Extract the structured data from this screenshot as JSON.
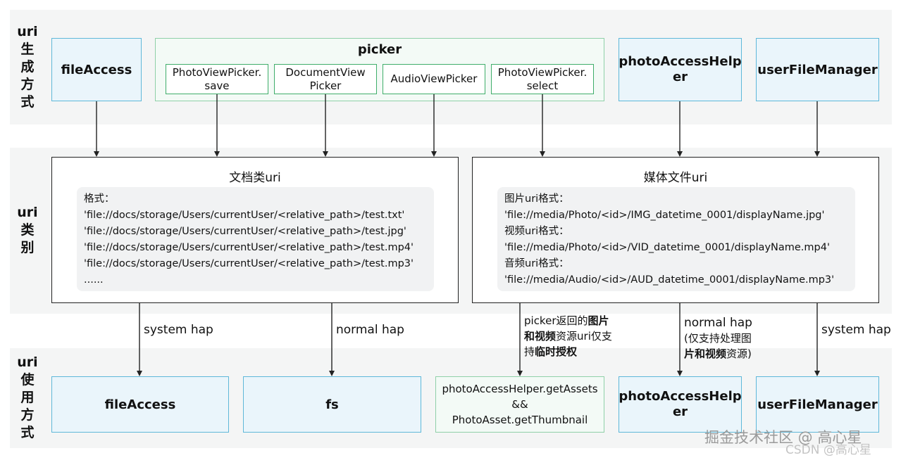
{
  "bands": {
    "top_label": "uri\n生\n成\n方\n式",
    "mid_label": "uri\n类\n别",
    "bottom_label": "uri\n使\n用\n方\n式"
  },
  "generation": {
    "fileaccess": "fileAccess",
    "picker_title": "picker",
    "photo_save": "PhotoViewPicker.\nsave",
    "document_picker": "DocumentView\nPicker",
    "audio_picker": "AudioViewPicker",
    "photo_select": "PhotoViewPicker.\nselect",
    "photo_access_helper": "photoAccessHelp\ner",
    "user_file_manager": "userFileManager"
  },
  "types": {
    "document_title": "文档类uri",
    "document_lines": [
      "格式：",
      "'file://docs/storage/Users/currentUser/<relative_path>/test.txt'",
      "'file://docs/storage/Users/currentUser/<relative_path>/test.jpg'",
      "'file://docs/storage/Users/currentUser/<relative_path>/test.mp4'",
      "'file://docs/storage/Users/currentUser/<relative_path>/test.mp3'",
      "......"
    ],
    "media_title": "媒体文件uri",
    "media_lines": [
      "图片uri格式：",
      "'file://media/Photo/<id>/IMG_datetime_0001/displayName.jpg'",
      "视频uri格式：",
      "'file://media/Photo/<id>/VID_datetime_0001/displayName.mp4'",
      "音频uri格式：",
      "'file://media/Audio/<id>/AUD_datetime_0001/displayName.mp3'"
    ]
  },
  "edges": {
    "system_hap_left": "system hap",
    "normal_hap_left": "normal hap",
    "picker_note_1a": "picker返回的",
    "picker_note_1b": "图片",
    "picker_note_2a": "和视频",
    "picker_note_2b": "资源uri仅支",
    "picker_note_3a": "持",
    "picker_note_3b": "临时授权",
    "normal_hap_right": "normal hap",
    "normal_note_1": "(仅支持处理图",
    "normal_note_2a": "片和视频",
    "normal_note_2b": "资源)",
    "system_hap_right": "system hap"
  },
  "usage": {
    "fileaccess": "fileAccess",
    "fs": "fs",
    "get_assets": "photoAccessHelper.getAssets\n&&\nPhotoAsset.getThumbnail",
    "photo_access_helper": "photoAccessHelp\ner",
    "user_file_manager": "userFileManager"
  },
  "watermark": {
    "main": "掘金技术社区 @ 高心星",
    "secondary": "CSDN @高心星"
  },
  "colors": {
    "band_bg": "#f4f5f5",
    "blue_fill": "#eaf5fb",
    "blue_border": "#5fb8d9",
    "green_border": "#3fae6a"
  }
}
